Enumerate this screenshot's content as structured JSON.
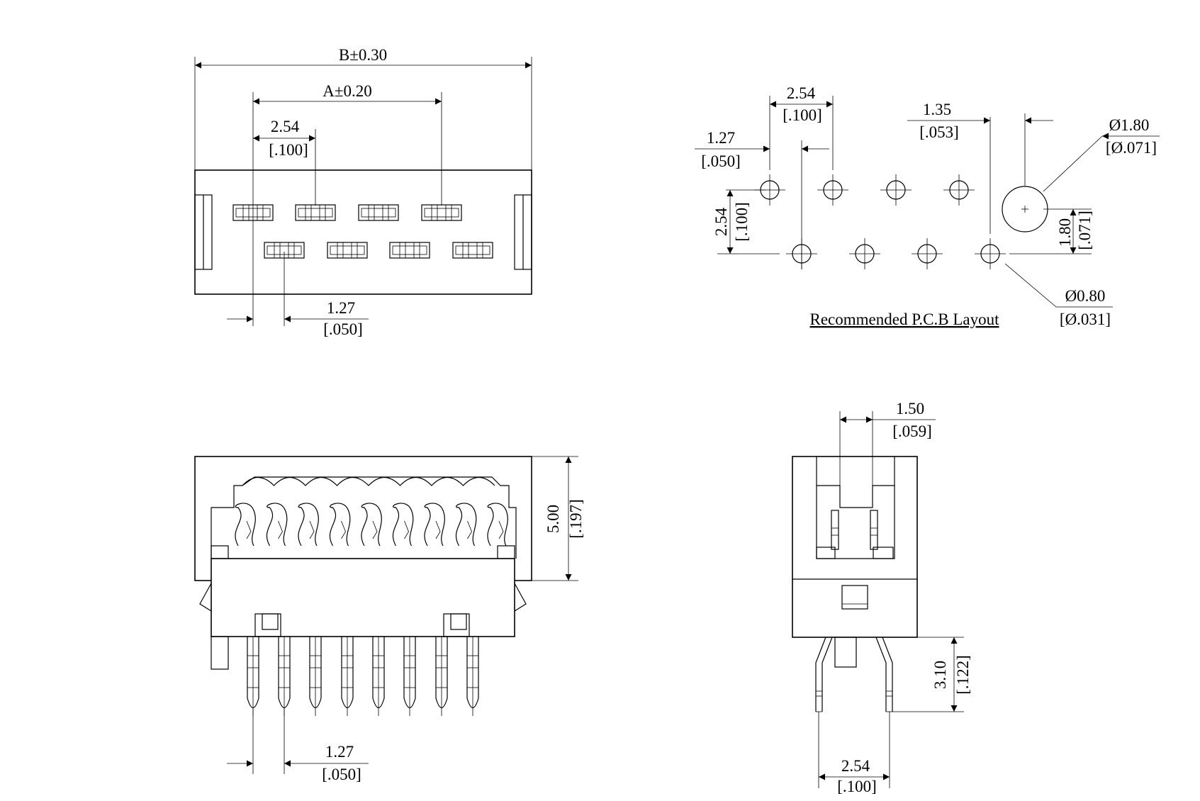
{
  "colors": {
    "line": "#000000",
    "background": "#ffffff"
  },
  "front_view": {
    "dim_b": "B±0.30",
    "dim_a": "A±0.20",
    "pitch_mm": "2.54",
    "pitch_in": "[.100]",
    "offset_mm": "1.27",
    "offset_in": "[.050]"
  },
  "pcb_layout": {
    "pitch_mm": "2.54",
    "pitch_in": "[.100]",
    "row_offset_mm": "1.27",
    "row_offset_in": "[.050]",
    "row_spacing_mm": "2.54",
    "row_spacing_in": "[.100]",
    "peg_x_mm": "1.35",
    "peg_x_in": "[.053]",
    "peg_y_mm": "1.80",
    "peg_y_in": "[.071]",
    "peg_dia_mm": "Ø1.80",
    "peg_dia_in": "[Ø.071]",
    "hole_dia_mm": "Ø0.80",
    "hole_dia_in": "[Ø.031]",
    "caption": "Recommended P.C.B Layout"
  },
  "bottom_view": {
    "height_mm": "5.00",
    "height_in": "[.197]",
    "pitch_mm": "1.27",
    "pitch_in": "[.050]"
  },
  "side_view": {
    "width_mm": "1.50",
    "width_in": "[.059]",
    "pin_len_mm": "3.10",
    "pin_len_in": "[.122]",
    "pin_pitch_mm": "2.54",
    "pin_pitch_in": "[.100]"
  }
}
